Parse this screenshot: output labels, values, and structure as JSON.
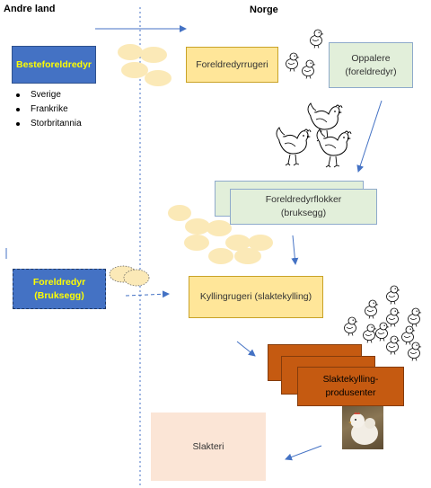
{
  "headers": {
    "left": "Andre land",
    "right": "Norge"
  },
  "boxes": {
    "besteforeldredyr": "Besteforeldredyr",
    "foreldredyrrugeri": "Foreldredyrrugeri",
    "oppalere": "Oppalere\n(foreldredyr)",
    "foreldredyrflokker": "Foreldredyrflokker\n(bruksegg)",
    "foreldredyr_bruksegg": "Foreldredyr\n(Bruksegg)",
    "kyllingrugeri": "Kyllingrugeri (slaktekylling)",
    "slaktekylling_produsenter": "Slaktekylling-\nprodusenter",
    "slakteri": "Slakteri"
  },
  "countries": [
    "Sverige",
    "Frankrike",
    "Storbritannia"
  ],
  "colors": {
    "blue": "#4472c4",
    "yellow_text": "#ffff00",
    "light_yellow": "#ffe699",
    "light_green": "#e2efda",
    "orange": "#c55a11",
    "peach": "#fbe5d6",
    "egg": "#fbe9b7",
    "arrow": "#4472c4"
  },
  "icons": [
    "chick-icon",
    "hen-icon",
    "egg-icon",
    "chicken-photo"
  ]
}
